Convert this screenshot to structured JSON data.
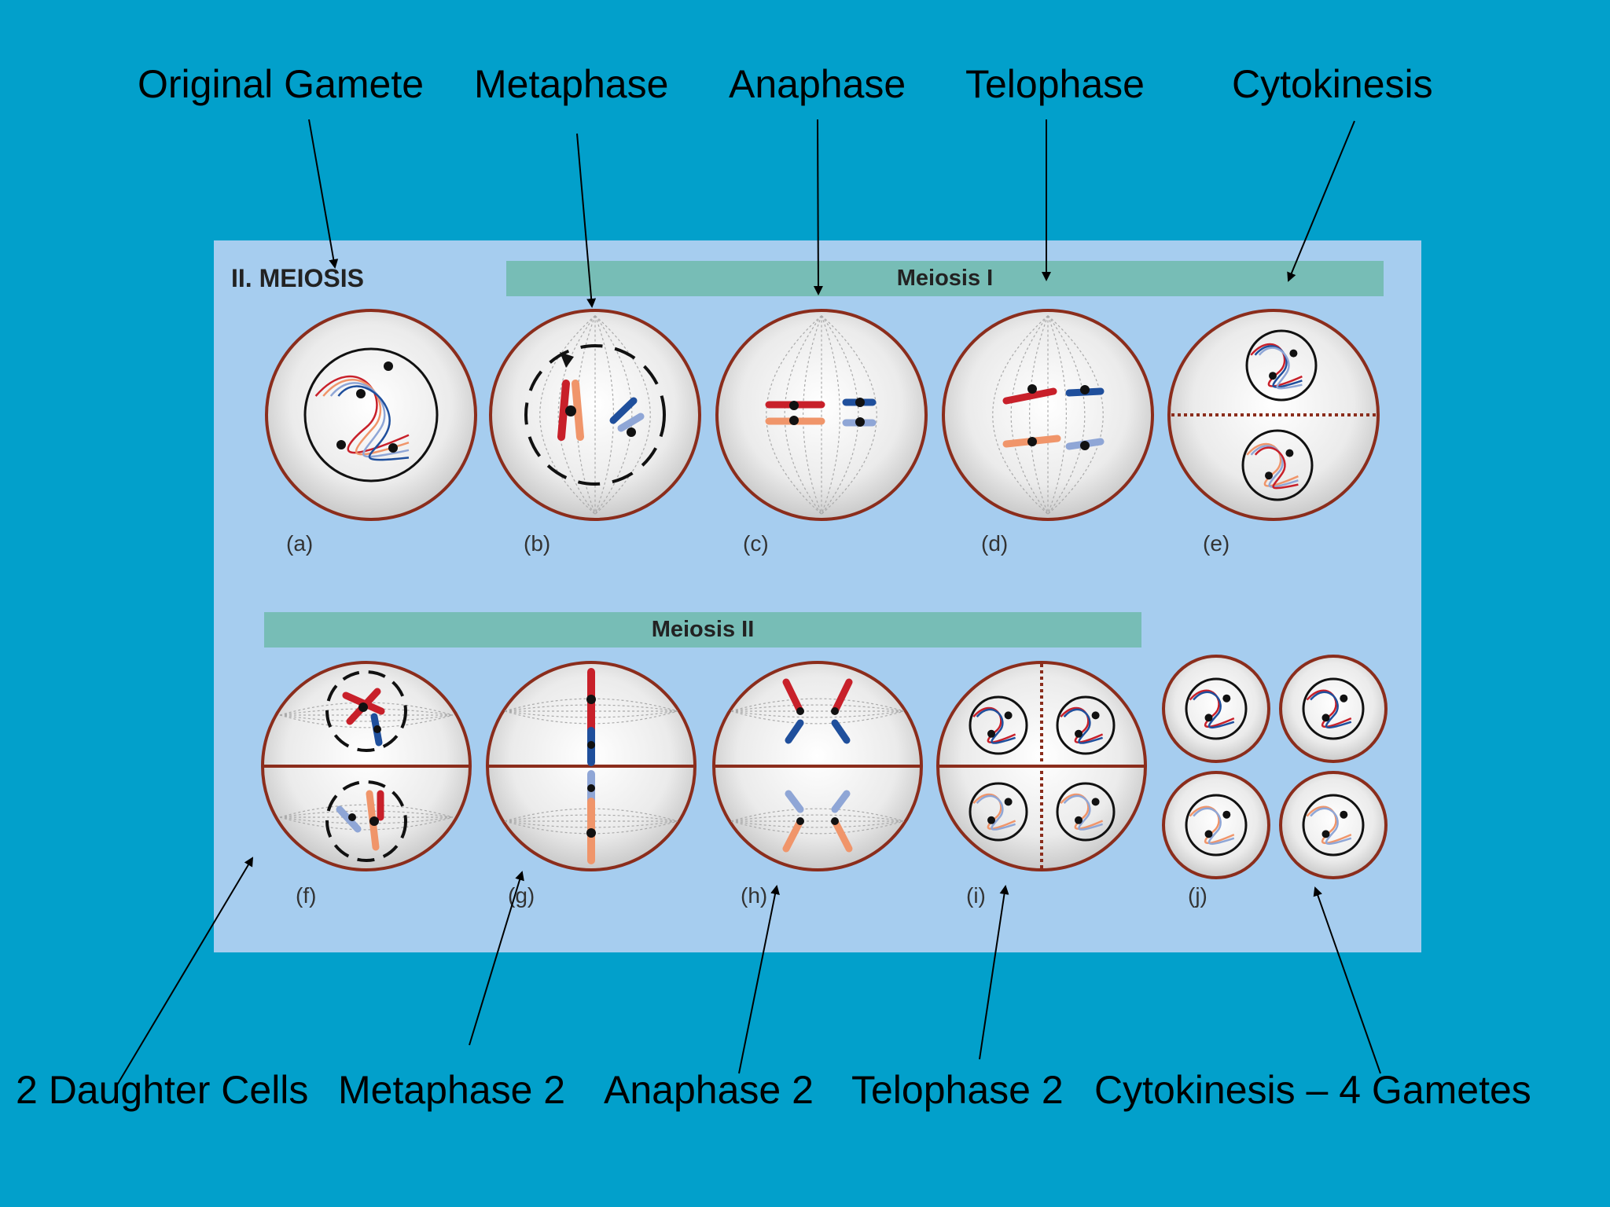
{
  "top_labels": {
    "original_gamete": "Original Gamete",
    "metaphase": "Metaphase",
    "anaphase": "Anaphase",
    "telophase": "Telophase",
    "cytokinesis": "Cytokinesis"
  },
  "bottom_labels": {
    "daughter_cells": "2 Daughter Cells",
    "metaphase_2": "Metaphase 2",
    "anaphase_2": "Anaphase 2",
    "telophase_2": "Telophase 2",
    "cytokinesis_gametes": "Cytokinesis – 4 Gametes"
  },
  "figure": {
    "section_title": "II. MEIOSIS",
    "meiosis_1_banner": "Meiosis I",
    "meiosis_2_banner": "Meiosis II",
    "panels": [
      "(a)",
      "(b)",
      "(c)",
      "(d)",
      "(e)",
      "(f)",
      "(g)",
      "(h)",
      "(i)",
      "(j)"
    ]
  },
  "colors": {
    "background": "#02a0cb",
    "figure_background": "#a6cdef",
    "banner": "#77bdb6",
    "cell_membrane": "#8b2d1c",
    "chromosome_red": "#c8202a",
    "chromosome_salmon": "#f0956a",
    "chromosome_blue": "#1f4f9c",
    "chromosome_lightblue": "#8fa6d6"
  }
}
